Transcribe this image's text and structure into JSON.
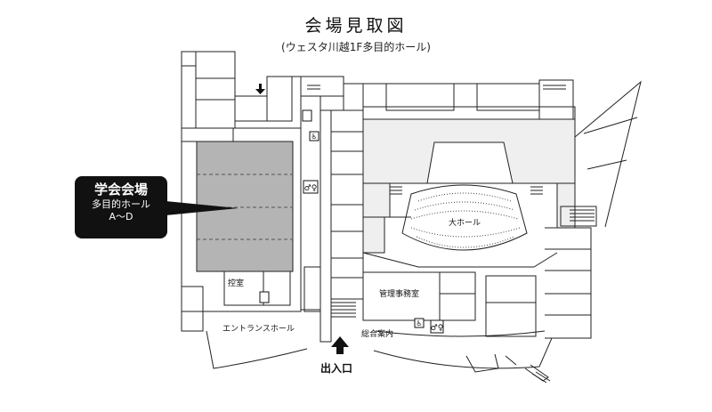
{
  "title": "会場見取図",
  "subtitle": "(ウェスタ川越1F多目的ホール)",
  "callout": {
    "title": "学会会場",
    "line2": "多目的ホール",
    "line3": "A〜D"
  },
  "labels": {
    "control_room": "控室",
    "big_hall": "大ホール",
    "management_office": "管理事務室",
    "entrance_hall": "エントランスホール",
    "information": "総合案内",
    "entrance": "出入口"
  },
  "colors": {
    "venue_fill": "#b4b4b4",
    "hall_fill": "#efefef",
    "callout_bg": "#111111"
  },
  "icons": [
    "arrow-down-icon",
    "restroom-icon",
    "wheelchair-icon",
    "elevator-icon",
    "arrow-up-icon",
    "stairs-icon"
  ]
}
